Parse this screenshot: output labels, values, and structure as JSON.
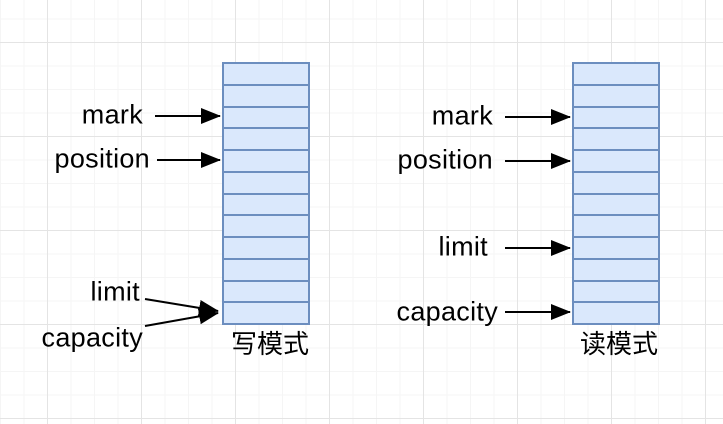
{
  "buffers": {
    "write": {
      "mode_label": "写模式",
      "cell_count": 12,
      "pointers": [
        {
          "label": "mark",
          "points_to_cell": 3
        },
        {
          "label": "position",
          "points_to_cell": 5
        },
        {
          "label": "limit",
          "points_to_cell": 12
        },
        {
          "label": "capacity",
          "points_to_cell": 12
        }
      ]
    },
    "read": {
      "mode_label": "读模式",
      "cell_count": 12,
      "pointers": [
        {
          "label": "mark",
          "points_to_cell": 3
        },
        {
          "label": "position",
          "points_to_cell": 5
        },
        {
          "label": "limit",
          "points_to_cell": 9
        },
        {
          "label": "capacity",
          "points_to_cell": 12
        }
      ]
    }
  },
  "colors": {
    "cell_fill": "#dae8fc",
    "cell_border": "#6c8ebf",
    "arrow": "#000000",
    "text": "#000000",
    "background": "#ffffff",
    "grid_minor": "#f5f5f5",
    "grid_major": "#e4e4e4"
  }
}
